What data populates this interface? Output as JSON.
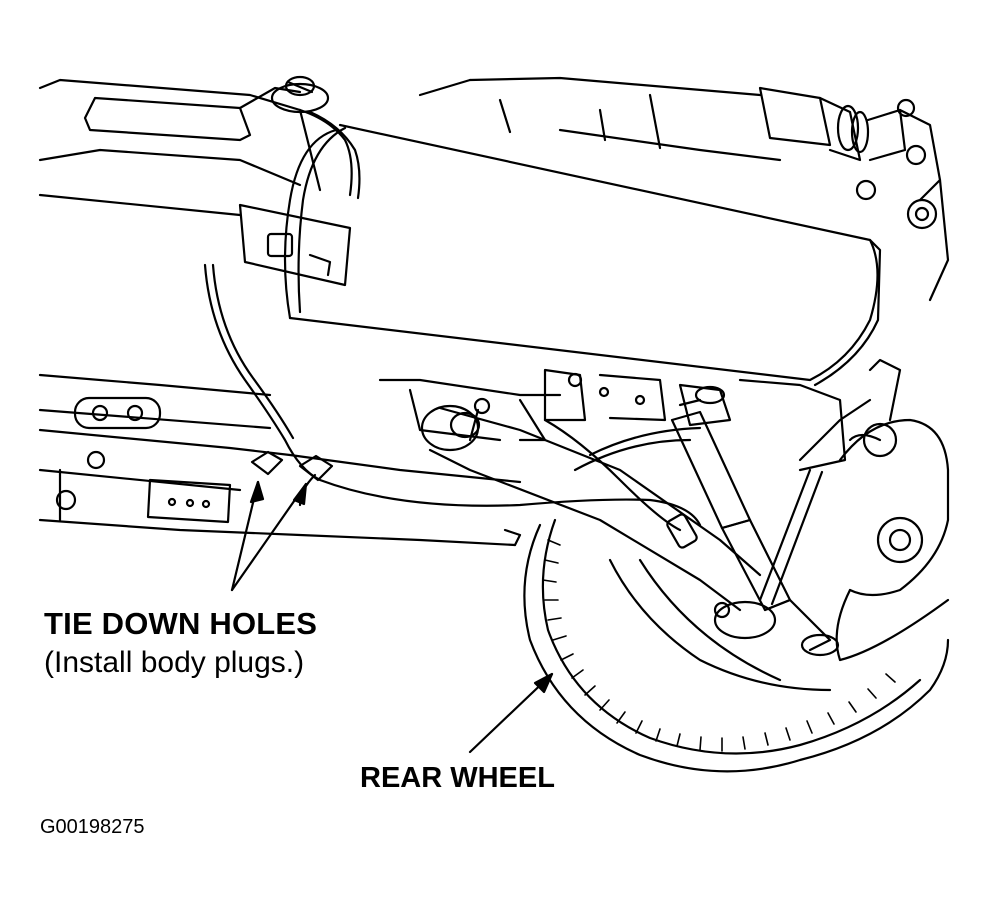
{
  "labels": {
    "tie_down_title": "TIE DOWN HOLES",
    "tie_down_note": "(Install body plugs.)",
    "rear_wheel": "REAR WHEEL",
    "figure_id": "G00198275"
  },
  "colors": {
    "ink": "#000000",
    "paper": "#ffffff"
  }
}
